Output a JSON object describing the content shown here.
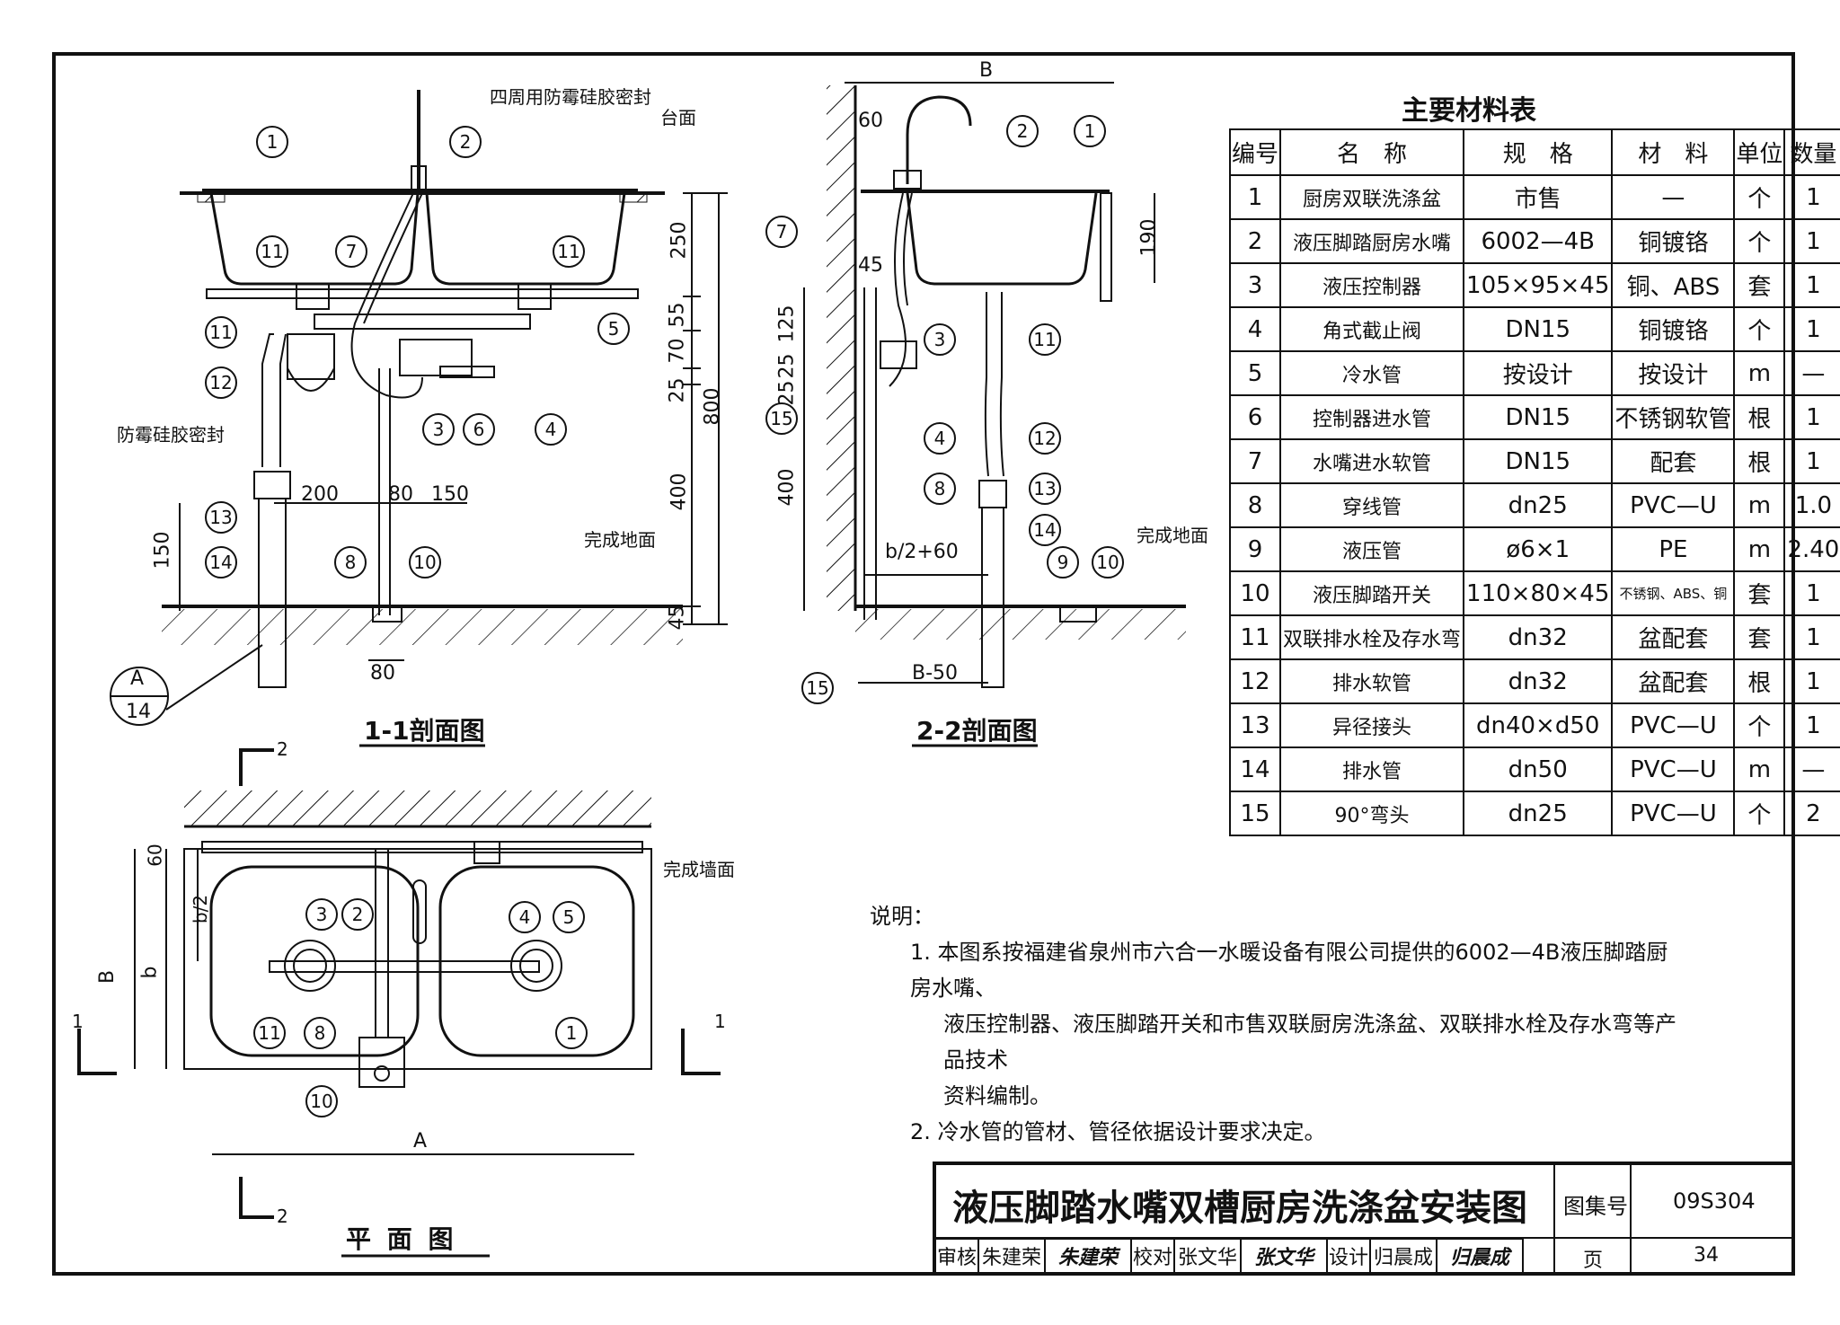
{
  "drawing": {
    "title": "液压脚踏水嘴双槽厨房洗涤盆安装图",
    "atlas_label": "图集号",
    "atlas_no": "09S304",
    "page_label": "页",
    "page_no": "34",
    "review_label": "审核",
    "reviewer": "朱建荣",
    "reviewer_sig": "朱建荣",
    "check_label": "校对",
    "checker": "张文华",
    "checker_sig": "张文华",
    "design_label": "设计",
    "designer": "归晨成",
    "designer_sig": "归晨成"
  },
  "section_1_1": {
    "title": "1-1剖面图",
    "note_top": "四周用防霉硅胶密封",
    "note_counter": "台面",
    "note_left": "防霉硅胶密封",
    "note_floor": "完成地面",
    "detail_ref_top": "A",
    "detail_ref_bottom": "14",
    "dims": [
      "250",
      "55",
      "70",
      "25",
      "400",
      "45",
      "800",
      "200",
      "80",
      "150",
      "150",
      "80"
    ],
    "callouts": [
      "1",
      "2",
      "11",
      "7",
      "11",
      "5",
      "11",
      "12",
      "3",
      "6",
      "4",
      "13",
      "14",
      "8",
      "10"
    ]
  },
  "section_2_2": {
    "title": "2-2剖面图",
    "note_floor": "完成地面",
    "dims": [
      "B",
      "60",
      "190",
      "45",
      "125",
      "25",
      "25",
      "400",
      "b/2+60",
      "B-50"
    ],
    "callouts": [
      "2",
      "1",
      "7",
      "3",
      "11",
      "15",
      "4",
      "12",
      "8",
      "13",
      "14",
      "9",
      "10",
      "15"
    ]
  },
  "plan": {
    "title": "平 面 图",
    "note_wall": "完成墙面",
    "dims": [
      "60",
      "b/2",
      "b",
      "B",
      "A"
    ],
    "section_marks": [
      "1",
      "1",
      "2",
      "2"
    ],
    "callouts": [
      "3",
      "2",
      "4",
      "5",
      "11",
      "8",
      "1",
      "10"
    ]
  },
  "materials": {
    "title": "主要材料表",
    "headers": [
      "编号",
      "名　称",
      "规　格",
      "材　料",
      "单位",
      "数量"
    ],
    "rows": [
      [
        "1",
        "厨房双联洗涤盆",
        "市售",
        "—",
        "个",
        "1"
      ],
      [
        "2",
        "液压脚踏厨房水嘴",
        "6002—4B",
        "铜镀铬",
        "个",
        "1"
      ],
      [
        "3",
        "液压控制器",
        "105×95×45",
        "铜、ABS",
        "套",
        "1"
      ],
      [
        "4",
        "角式截止阀",
        "DN15",
        "铜镀铬",
        "个",
        "1"
      ],
      [
        "5",
        "冷水管",
        "按设计",
        "按设计",
        "m",
        "—"
      ],
      [
        "6",
        "控制器进水管",
        "DN15",
        "不锈钢软管",
        "根",
        "1"
      ],
      [
        "7",
        "水嘴进水软管",
        "DN15",
        "配套",
        "根",
        "1"
      ],
      [
        "8",
        "穿线管",
        "dn25",
        "PVC—U",
        "m",
        "1.0"
      ],
      [
        "9",
        "液压管",
        "ø6×1",
        "PE",
        "m",
        "2.40"
      ],
      [
        "10",
        "液压脚踏开关",
        "110×80×45",
        "不锈钢、ABS、铜",
        "套",
        "1"
      ],
      [
        "11",
        "双联排水栓及存水弯",
        "dn32",
        "盆配套",
        "套",
        "1"
      ],
      [
        "12",
        "排水软管",
        "dn32",
        "盆配套",
        "根",
        "1"
      ],
      [
        "13",
        "异径接头",
        "dn40×d50",
        "PVC—U",
        "个",
        "1"
      ],
      [
        "14",
        "排水管",
        "dn50",
        "PVC—U",
        "m",
        "—"
      ],
      [
        "15",
        "90°弯头",
        "dn25",
        "PVC—U",
        "个",
        "2"
      ]
    ]
  },
  "notes": {
    "heading": "说明：",
    "items": [
      "1. 本图系按福建省泉州市六合一水暖设备有限公司提供的6002—4B液压脚踏厨房水嘴、",
      "液压控制器、液压脚踏开关和市售双联厨房洗涤盆、双联排水栓及存水弯等产品技术",
      "资料编制。",
      "2. 冷水管的管材、管径依据设计要求决定。"
    ]
  }
}
